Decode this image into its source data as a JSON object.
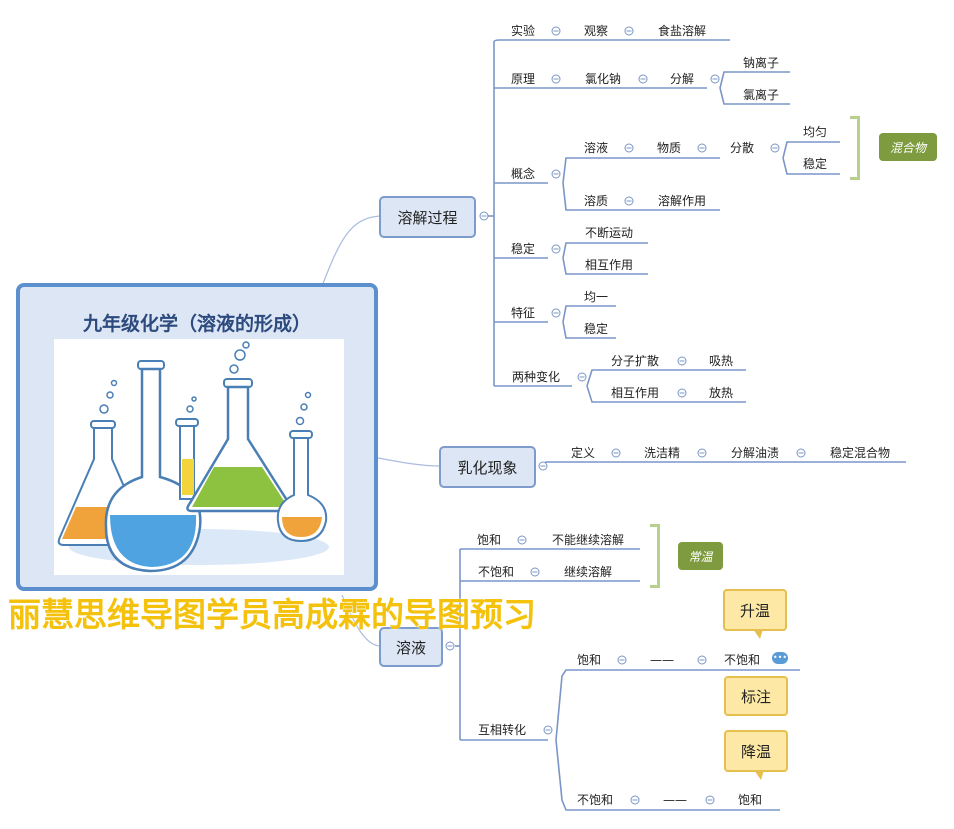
{
  "center": {
    "title": "九年级化学（溶液的形成）",
    "image": "flask-illustration"
  },
  "watermark": "丽慧思维导图学员高成霖的导图预习",
  "branches": {
    "dissolve": {
      "label": "溶解过程",
      "experiment": {
        "label": "实验",
        "observe": "观察",
        "salt": "食盐溶解"
      },
      "principle": {
        "label": "原理",
        "nacl": "氯化钠",
        "decompose": "分解",
        "na_ion": "钠离子",
        "cl_ion": "氯离子"
      },
      "concept": {
        "label": "概念",
        "solution": "溶液",
        "substance": "物质",
        "disperse": "分散",
        "uniform": "均匀",
        "stable": "稳定",
        "mixture": "混合物",
        "solute": "溶质",
        "dissolve_action": "溶解作用"
      },
      "stable": {
        "label": "稳定",
        "motion": "不断运动",
        "interaction": "相互作用"
      },
      "feature": {
        "label": "特征",
        "uniform": "均一",
        "stable": "稳定"
      },
      "changes": {
        "label": "两种变化",
        "diffusion": "分子扩散",
        "absorb": "吸热",
        "interaction": "相互作用",
        "release": "放热"
      }
    },
    "emulsion": {
      "label": "乳化现象",
      "definition": "定义",
      "detergent": "洗洁精",
      "break_oil": "分解油渍",
      "stable_mixture": "稳定混合物"
    },
    "solution": {
      "label": "溶液",
      "saturated": "饱和",
      "cannot_dissolve": "不能继续溶解",
      "unsaturated": "不饱和",
      "can_dissolve": "继续溶解",
      "room_temp": "常温",
      "convert": "互相转化",
      "row1_left": "饱和",
      "row1_dash": "——",
      "row1_right": "不饱和",
      "row2_left": "不饱和",
      "row2_dash": "——",
      "row2_right": "饱和",
      "callout_heat": "升温",
      "callout_note": "标注",
      "callout_cool": "降温"
    }
  },
  "colors": {
    "line": "#7a96c8",
    "node_fill": "#dce6f4",
    "green_tag": "#7e9b3f",
    "callout": "#fde9a5",
    "watermark": "#f4c20d"
  }
}
